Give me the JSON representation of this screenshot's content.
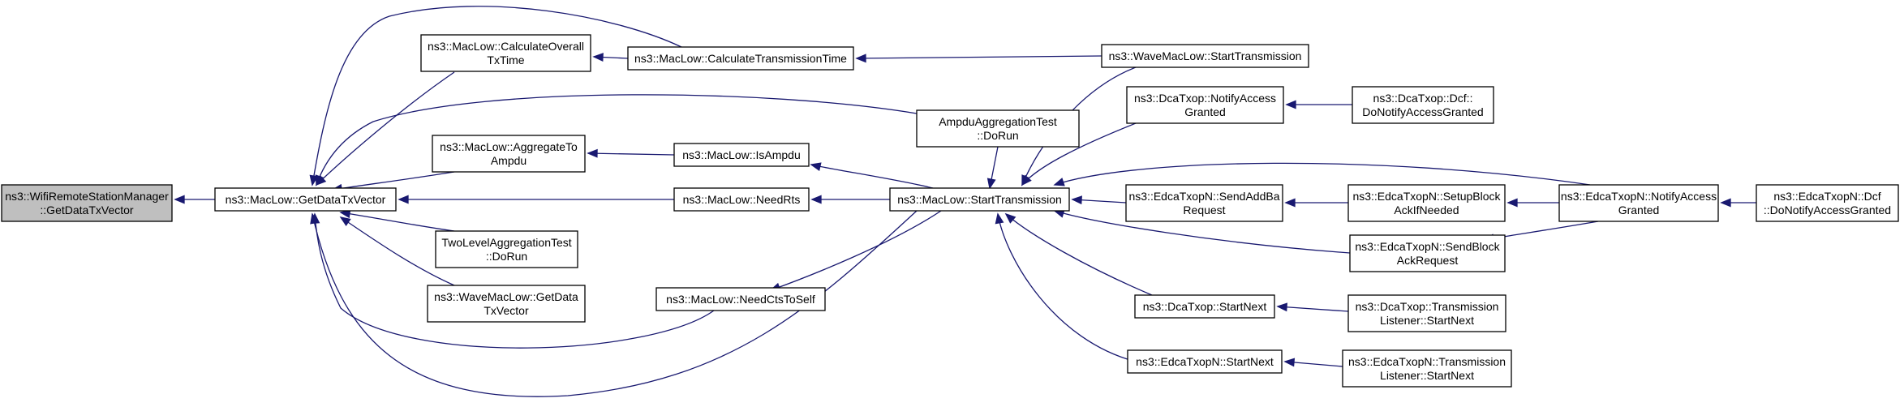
{
  "colors": {
    "edge": "#191970",
    "root_fill": "#bfbfbf",
    "node_fill": "#ffffff",
    "node_border": "#000000"
  },
  "nodes": {
    "wifi_getdatatxvector": {
      "lines": [
        "ns3::WifiRemoteStationManager",
        "::GetDataTxVector"
      ]
    },
    "maclow_getdatatxvector": {
      "lines": [
        "ns3::MacLow::GetDataTxVector"
      ]
    },
    "maclow_calcoverall": {
      "lines": [
        "ns3::MacLow::CalculateOverall",
        "TxTime"
      ]
    },
    "maclow_aggregate": {
      "lines": [
        "ns3::MacLow::AggregateTo",
        "Ampdu"
      ]
    },
    "twolevel_dorun": {
      "lines": [
        "TwoLevelAggregationTest",
        "::DoRun"
      ]
    },
    "wavemaclow_getdata": {
      "lines": [
        "ns3::WaveMacLow::GetData",
        "TxVector"
      ]
    },
    "maclow_calctrans": {
      "lines": [
        "ns3::MacLow::CalculateTransmissionTime"
      ]
    },
    "maclow_isampdu": {
      "lines": [
        "ns3::MacLow::IsAmpdu"
      ]
    },
    "maclow_needrts": {
      "lines": [
        "ns3::MacLow::NeedRts"
      ]
    },
    "maclow_needcts": {
      "lines": [
        "ns3::MacLow::NeedCtsToSelf"
      ]
    },
    "ampdu_dorun": {
      "lines": [
        "AmpduAggregationTest",
        "::DoRun"
      ]
    },
    "maclow_starttx": {
      "lines": [
        "ns3::MacLow::StartTransmission"
      ]
    },
    "wavemaclow_starttx": {
      "lines": [
        "ns3::WaveMacLow::StartTransmission"
      ]
    },
    "dca_notify": {
      "lines": [
        "ns3::DcaTxop::NotifyAccess",
        "Granted"
      ]
    },
    "edca_sendaddba": {
      "lines": [
        "ns3::EdcaTxopN::SendAddBa",
        "Request"
      ]
    },
    "dca_startnext": {
      "lines": [
        "ns3::DcaTxop::StartNext"
      ]
    },
    "edca_startnext": {
      "lines": [
        "ns3::EdcaTxopN::StartNext"
      ]
    },
    "dca_dcf_notify": {
      "lines": [
        "ns3::DcaTxop::Dcf::",
        "DoNotifyAccessGranted"
      ]
    },
    "edca_setupblock": {
      "lines": [
        "ns3::EdcaTxopN::SetupBlock",
        "AckIfNeeded"
      ]
    },
    "edca_sendblockack": {
      "lines": [
        "ns3::EdcaTxopN::SendBlock",
        "AckRequest"
      ]
    },
    "dca_listener_startnext": {
      "lines": [
        "ns3::DcaTxop::Transmission",
        "Listener::StartNext"
      ]
    },
    "edca_listener_startnext": {
      "lines": [
        "ns3::EdcaTxopN::Transmission",
        "Listener::StartNext"
      ]
    },
    "edca_notify": {
      "lines": [
        "ns3::EdcaTxopN::NotifyAccess",
        "Granted"
      ]
    },
    "edca_dcf_notify": {
      "lines": [
        "ns3::EdcaTxopN::Dcf",
        "::DoNotifyAccessGranted"
      ]
    }
  }
}
